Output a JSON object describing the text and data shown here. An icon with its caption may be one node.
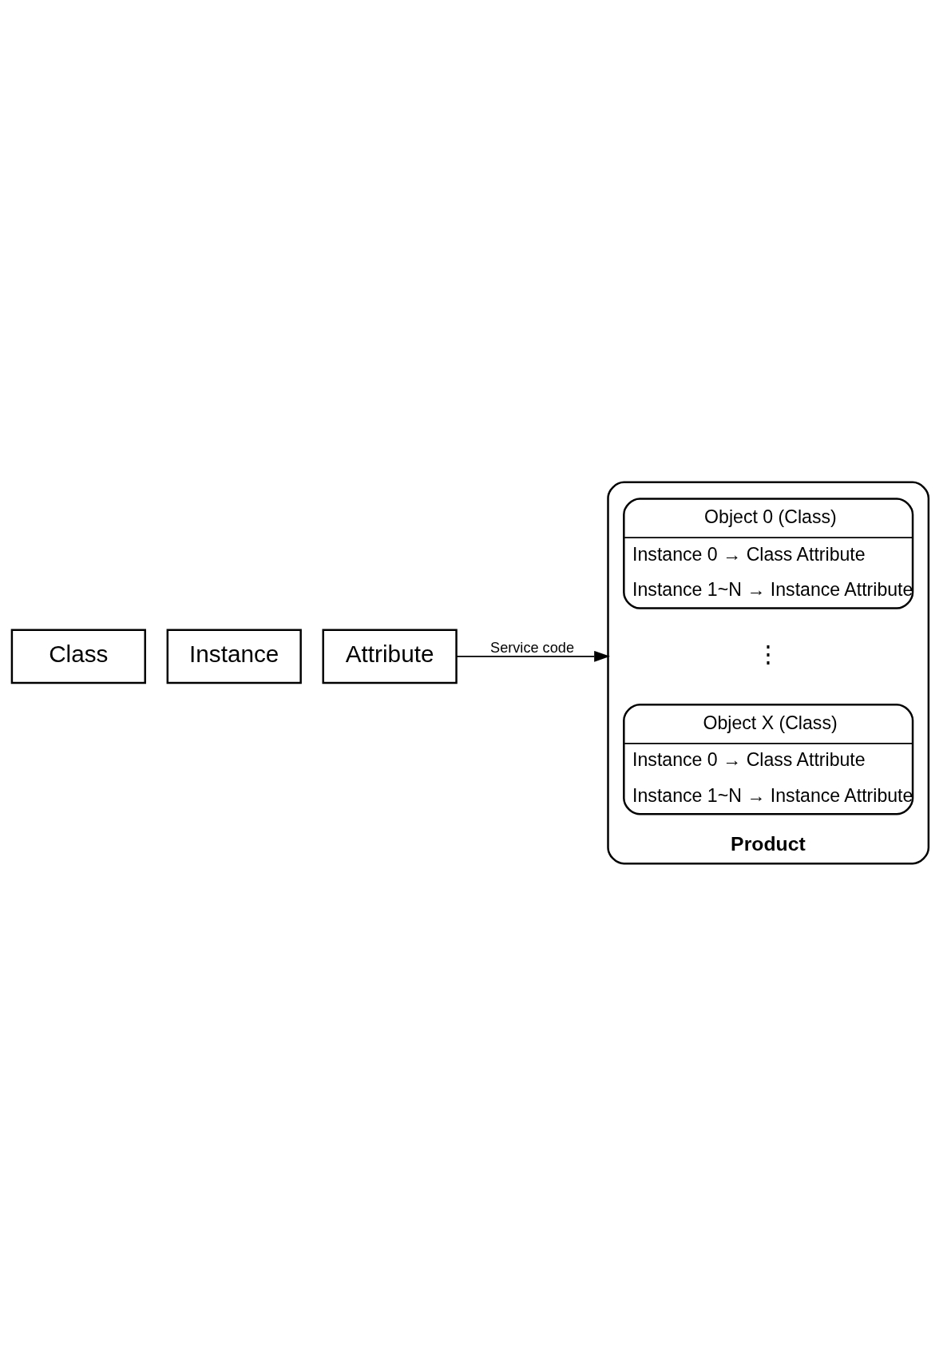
{
  "diagram": {
    "nodes": [
      {
        "text": [
          "Class"
        ]
      },
      {
        "text": [
          "Instance"
        ]
      },
      {
        "text": [
          "Attribute"
        ]
      },
      {
        "text": [
          "Product"
        ]
      },
      {
        "text": [
          "Object 0 (Class)",
          "Instance 0 → Class Attribute",
          "Instance 1~N → Instance Attribute"
        ],
        "in": 3
      },
      {
        "text": [
          "Object X (Class)",
          "Instance 0 → Class Attribute",
          "Instance 1~N → Instance Attribute"
        ],
        "in": 3
      }
    ],
    "edges": [
      {
        "from": 2,
        "to": 3,
        "arrow": "to",
        "label": "Service code"
      }
    ],
    "labels": [
      "⋮"
    ]
  }
}
